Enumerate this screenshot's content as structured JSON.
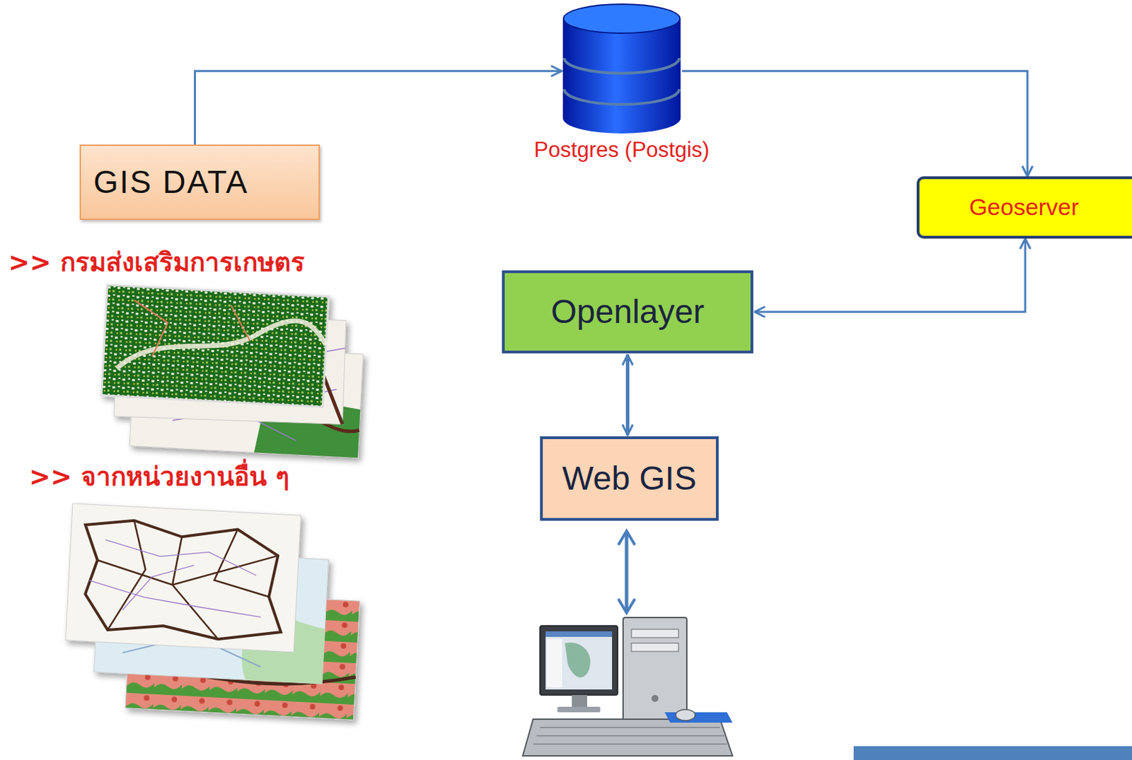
{
  "diagram": {
    "nodes": [
      {
        "text": [
          "GIS DATA"
        ]
      },
      {
        "text": [
          "Postgres (Postgis)"
        ]
      },
      {
        "text": [
          "Geoserver"
        ]
      },
      {
        "text": [
          "Openlayer"
        ]
      },
      {
        "text": [
          "Web GIS"
        ]
      }
    ],
    "edges": [
      {
        "from": 0,
        "to": 1,
        "arrow": "to"
      },
      {
        "from": 1,
        "to": 2,
        "arrow": "to"
      },
      {
        "from": 2,
        "to": 3,
        "arrow": "both"
      },
      {
        "from": 3,
        "to": 4,
        "arrow": "both"
      }
    ],
    "labels": [
      ">> กรมส่งเสริมการเกษตร",
      ">> จากหน่วยงานอื่น ๆ"
    ]
  }
}
